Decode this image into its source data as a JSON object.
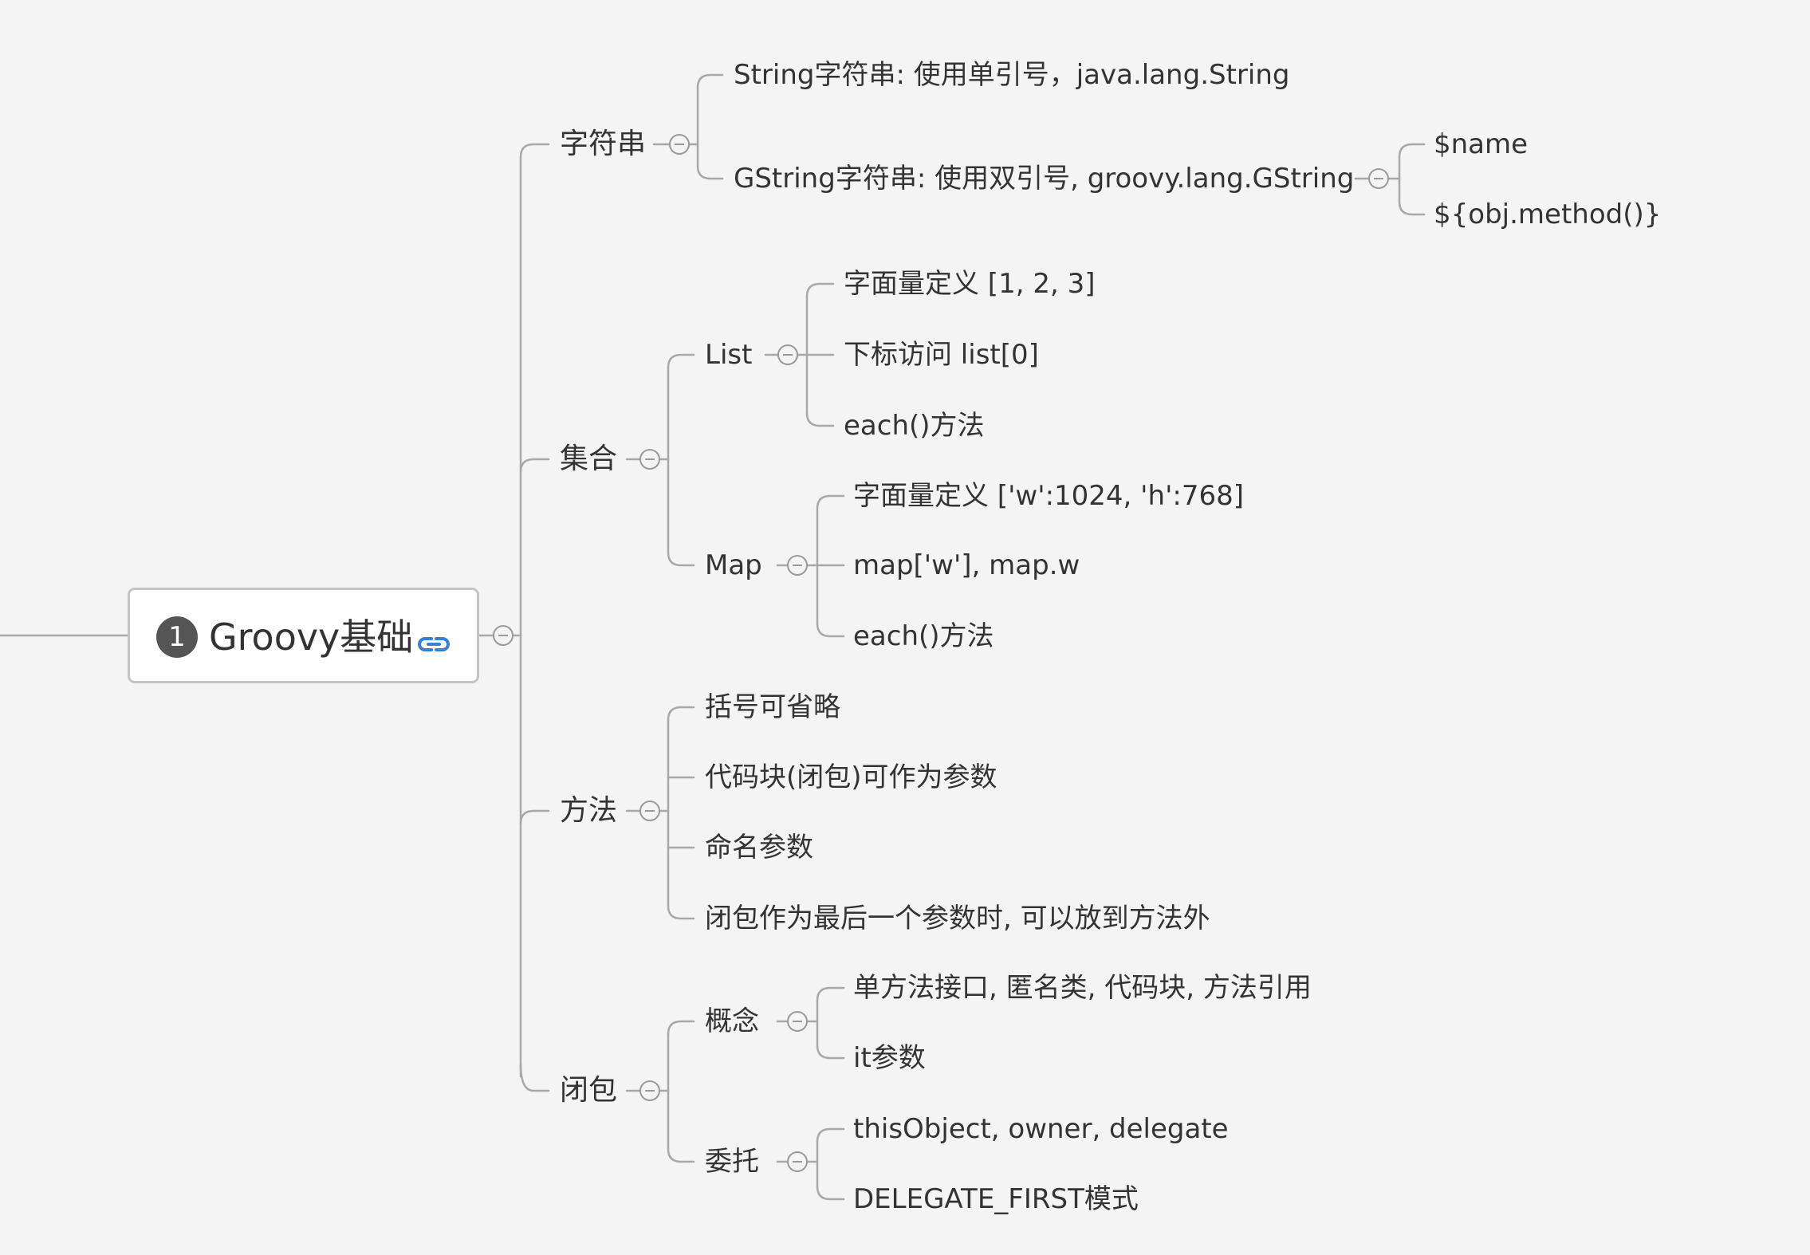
{
  "root": {
    "badge": "1",
    "title": "Groovy基础",
    "icon": "link-icon"
  },
  "branches": {
    "string": {
      "label": "字符串",
      "children": {
        "s1": {
          "label": "String字符串: 使用单引号，java.lang.String"
        },
        "s2": {
          "label": "GString字符串: 使用双引号, groovy.lang.GString",
          "children": {
            "g1": {
              "label": "$name"
            },
            "g2": {
              "label": "${obj.method()}"
            }
          }
        }
      }
    },
    "collection": {
      "label": "集合",
      "children": {
        "list": {
          "label": "List",
          "children": {
            "l1": {
              "label": "字面量定义 [1, 2, 3]"
            },
            "l2": {
              "label": "下标访问 list[0]"
            },
            "l3": {
              "label": "each()方法"
            }
          }
        },
        "map": {
          "label": "Map",
          "children": {
            "m1": {
              "label": "字面量定义 ['w':1024, 'h':768]"
            },
            "m2": {
              "label": "map['w'], map.w"
            },
            "m3": {
              "label": "each()方法"
            }
          }
        }
      }
    },
    "method": {
      "label": "方法",
      "children": {
        "m1": {
          "label": "括号可省略"
        },
        "m2": {
          "label": "代码块(闭包)可作为参数"
        },
        "m3": {
          "label": "命名参数"
        },
        "m4": {
          "label": "闭包作为最后一个参数时, 可以放到方法外"
        }
      }
    },
    "closure": {
      "label": "闭包",
      "children": {
        "concept": {
          "label": "概念",
          "children": {
            "c1": {
              "label": "单方法接口, 匿名类, 代码块, 方法引用"
            },
            "c2": {
              "label": "it参数"
            }
          }
        },
        "delegate": {
          "label": "委托",
          "children": {
            "d1": {
              "label": "thisObject, owner, delegate"
            },
            "d2": {
              "label": "DELEGATE_FIRST模式"
            }
          }
        }
      }
    }
  },
  "colors": {
    "line": "#a8a8a8",
    "text": "#333333",
    "background": "#f4f4f4",
    "link": "#3a7fd5"
  }
}
